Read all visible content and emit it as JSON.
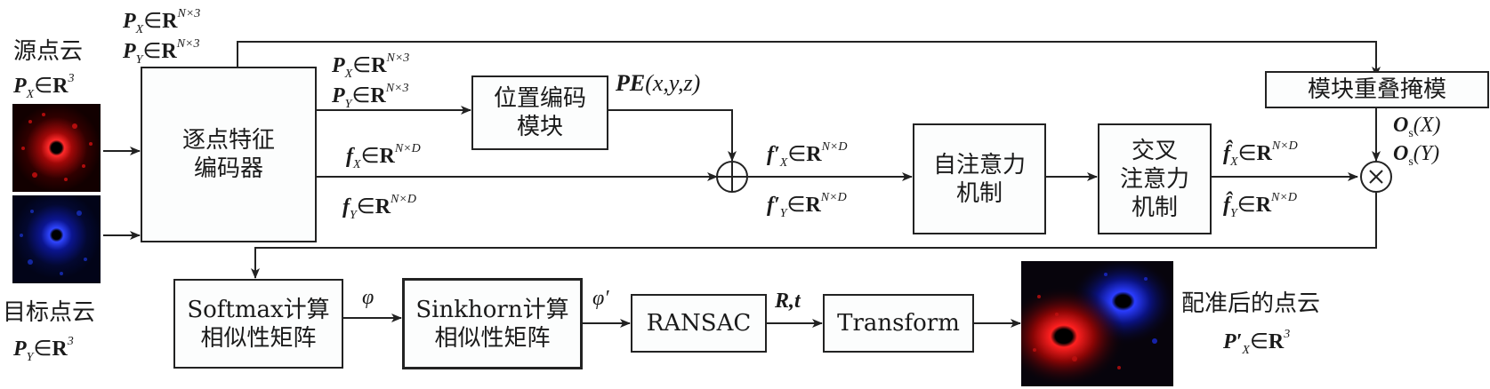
{
  "source": {
    "title": "源点云",
    "sym": "P",
    "sub": "X",
    "set": "R",
    "sup": "3"
  },
  "target": {
    "title": "目标点云",
    "sym": "P",
    "sub": "Y",
    "set": "R",
    "sup": "3"
  },
  "top_labels": [
    {
      "sym": "P",
      "sub": "X",
      "set": "R",
      "sup": "N×3"
    },
    {
      "sym": "P",
      "sub": "Y",
      "set": "R",
      "sup": "N×3"
    }
  ],
  "encoder": {
    "line1": "逐点特征",
    "line2": "编码器"
  },
  "pos_inputs": [
    {
      "sym": "P",
      "sub": "X",
      "set": "R",
      "sup": "N×3"
    },
    {
      "sym": "P",
      "sub": "Y",
      "set": "R",
      "sup": "N×3"
    }
  ],
  "feat_labels": [
    {
      "sym": "f",
      "sub": "X",
      "set": "R",
      "sup": "N×D"
    },
    {
      "sym": "f",
      "sub": "Y",
      "set": "R",
      "sup": "N×D"
    }
  ],
  "pos_encoding": {
    "line1": "位置编码",
    "line2": "模块",
    "output": "PE",
    "args": "(x,y,z)"
  },
  "add_op": "⊕",
  "feat_prime_labels": [
    {
      "sym": "f′",
      "sub": "X",
      "set": "R",
      "sup": "N×D"
    },
    {
      "sym": "f′",
      "sub": "Y",
      "set": "R",
      "sup": "N×D"
    }
  ],
  "self_attention": {
    "line1": "自注意力",
    "line2": "机制"
  },
  "cross_attention": {
    "line1": "交叉",
    "line2": "注意力",
    "line3": "机制"
  },
  "feat_hat_labels": [
    {
      "sym": "f̂",
      "sub": "X",
      "set": "R",
      "sup": "N×D"
    },
    {
      "sym": "f̂",
      "sub": "Y",
      "set": "R",
      "sup": "N×D"
    }
  ],
  "overlap_mask": {
    "label": "模块重叠掩模"
  },
  "overlap_outputs": [
    {
      "sym": "O",
      "sub": "s",
      "arg": "(X)"
    },
    {
      "sym": "O",
      "sub": "s",
      "arg": "(Y)"
    }
  ],
  "mul_op": "×",
  "softmax": {
    "line1": "Softmax计算",
    "line2": "相似性矩阵"
  },
  "phi": "φ",
  "sinkhorn": {
    "line1": "Sinkhorn计算",
    "line2": "相似性矩阵"
  },
  "phi_prime": "φ′",
  "ransac": {
    "label": "RANSAC"
  },
  "rt": "R,t",
  "transform": {
    "label": "Transform"
  },
  "result": {
    "title": "配准后的点云",
    "sym": "P′",
    "sub": "X",
    "set": "R",
    "sup": "3"
  },
  "colors": {
    "source_cloud": "#e01010",
    "target_cloud": "#1a2ee0",
    "line": "#222222"
  }
}
